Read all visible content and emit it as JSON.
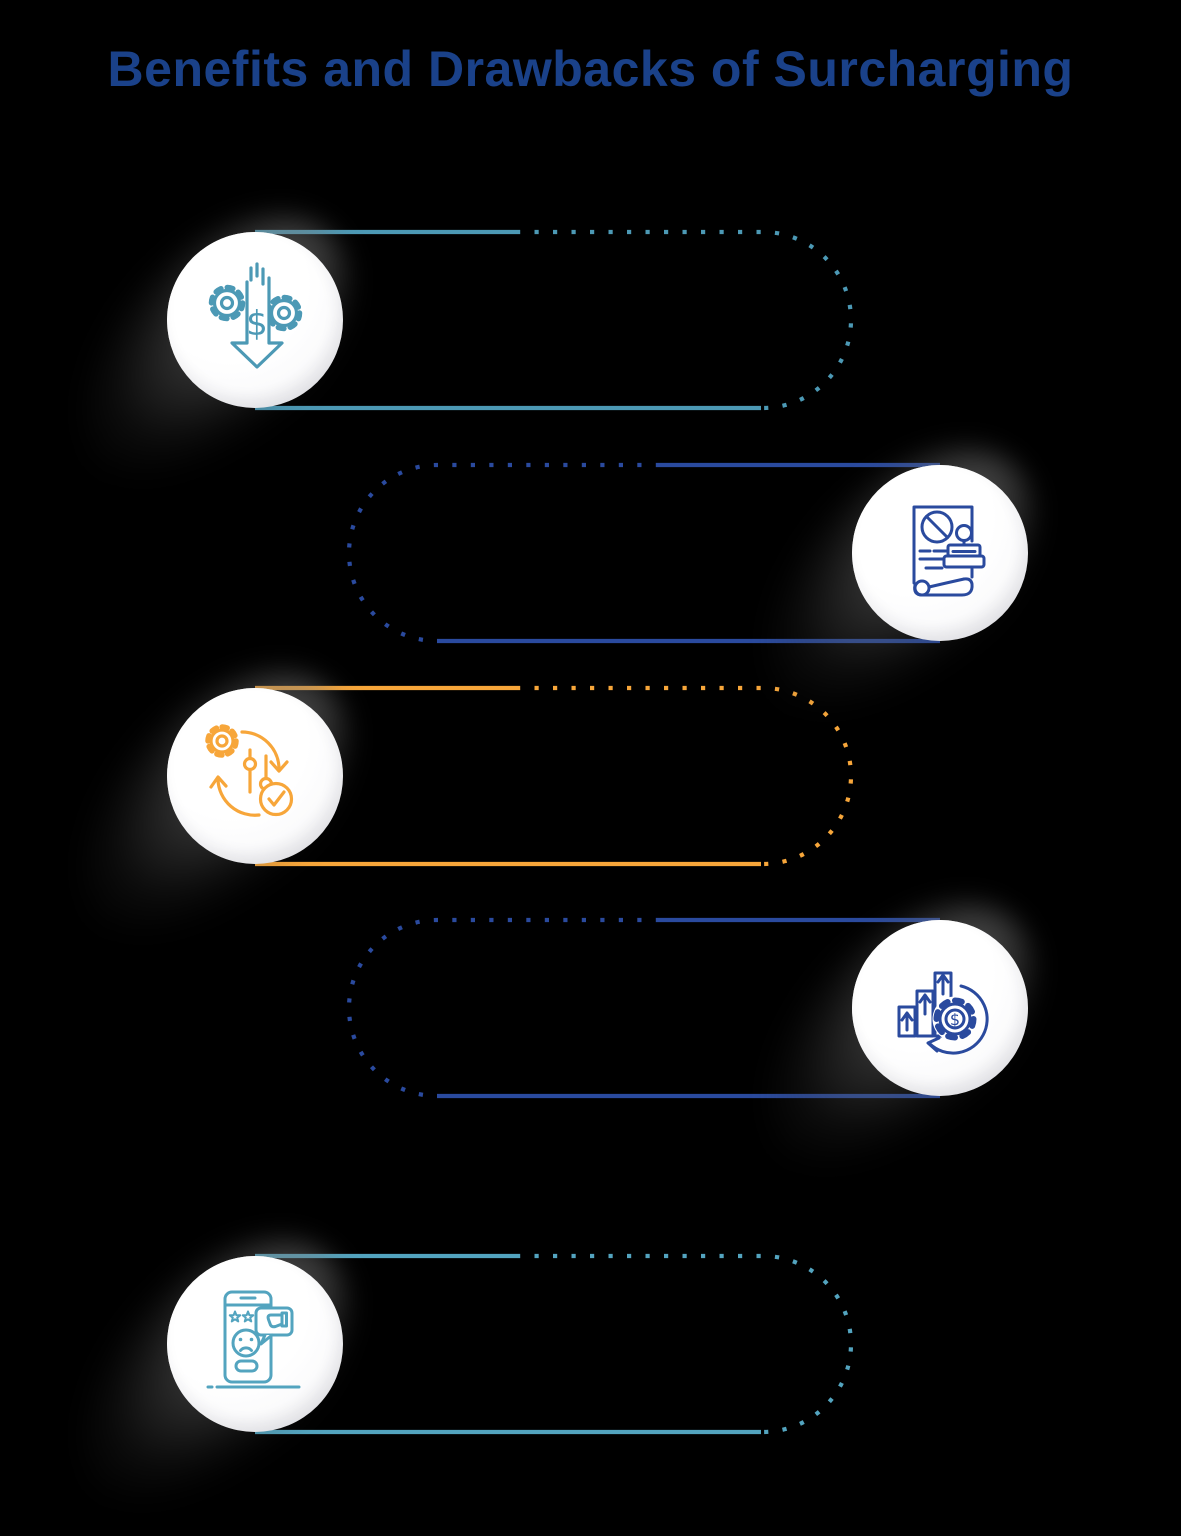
{
  "title": {
    "text": "Benefits and Drawbacks of Surcharging",
    "color": "#1a4189"
  },
  "background_color": "#000000",
  "circle_fill": "#ffffff",
  "colors": {
    "teal": "#4f9ab5",
    "navy": "#2a4a9e",
    "orange": "#f7a63a",
    "teal_light": "#53a4bf"
  },
  "items": [
    {
      "name": "cost-reduction",
      "side": "left",
      "color": "#4c99b5",
      "icon": "gears-dollar-down-arrow-icon"
    },
    {
      "name": "compliance-stamp",
      "side": "right",
      "color": "#2a4a9e",
      "icon": "document-prohibition-stamp-icon"
    },
    {
      "name": "flexible-control",
      "side": "left",
      "color": "#f7a63a",
      "icon": "gear-sliders-checkmark-icon"
    },
    {
      "name": "revenue-growth",
      "side": "right",
      "color": "#2a4a9e",
      "icon": "rising-bars-dollar-gear-icon"
    },
    {
      "name": "customer-dissatisfaction",
      "side": "left",
      "color": "#53a4bf",
      "icon": "phone-sad-review-thumbs-down-icon"
    }
  ],
  "currency_symbol": "$"
}
